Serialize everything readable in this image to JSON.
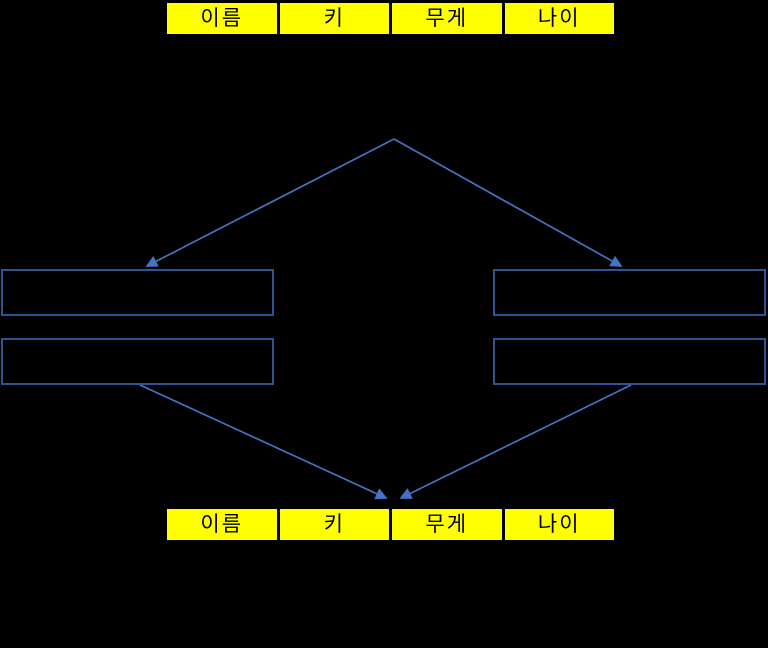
{
  "colors": {
    "background": "#000000",
    "cell-fill": "#FFFF00",
    "cell-border": "#000000",
    "cell-text": "#000000",
    "box-border": "#2F5496",
    "arrow": "#4472C4"
  },
  "top_table": {
    "cells": [
      "이름",
      "키",
      "무게",
      "나이"
    ]
  },
  "bottom_table": {
    "cells": [
      "이름",
      "키",
      "무게",
      "나이"
    ]
  }
}
